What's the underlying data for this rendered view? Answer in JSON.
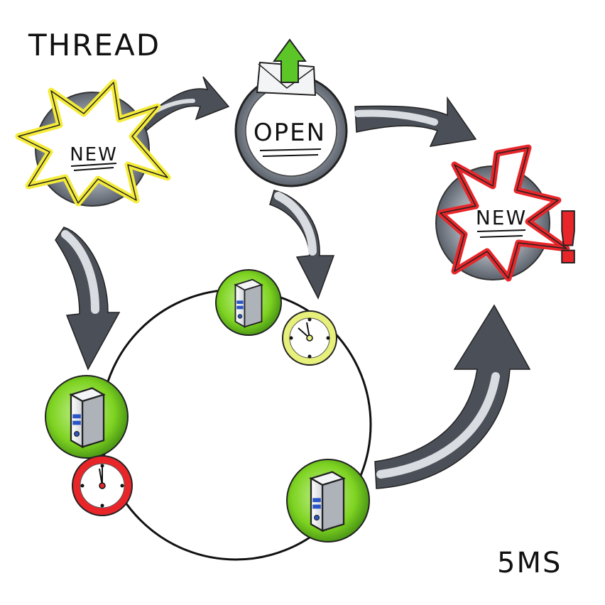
{
  "title": "THREAD",
  "footer": "5MS",
  "states": {
    "new_start": "NEW",
    "open": "OPEN",
    "new_again": "NEW",
    "exclaim": "!"
  },
  "icons": {
    "new_start": "starburst-icon",
    "open": "envelope-icon",
    "new_again": "starburst-icon",
    "server": "server-icon",
    "clock": "clock-icon"
  },
  "colors": {
    "new_start": "#f5ec3a",
    "new_again": "#e8262a",
    "open_circle": "#b8bcc2",
    "arrow": "#4b4f57",
    "server_bg": "#7ed321",
    "clock_yellow": "#e6f07a",
    "clock_red": "#e8262a"
  }
}
